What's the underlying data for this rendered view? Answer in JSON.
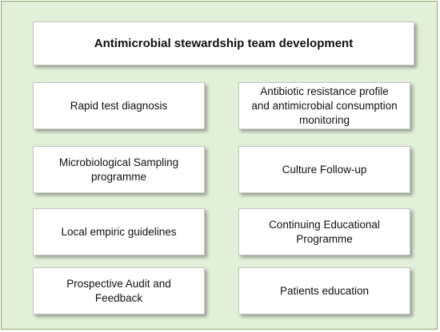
{
  "diagram": {
    "title": "Antimicrobial stewardship team development",
    "items": [
      {
        "line1": "Rapid test diagnosis",
        "line2": ""
      },
      {
        "line1": "Antibiotic resistance profile",
        "line2": "and antimicrobial consumption monitoring"
      },
      {
        "line1": "Microbiological Sampling",
        "line2": "programme"
      },
      {
        "line1": "Culture Follow-up",
        "line2": ""
      },
      {
        "line1": "Local empiric guidelines",
        "line2": ""
      },
      {
        "line1": "Continuing Educational",
        "line2": "Programme"
      },
      {
        "line1": "Prospective Audit and",
        "line2": "Feedback"
      },
      {
        "line1": "Patients education",
        "line2": ""
      }
    ]
  },
  "colors": {
    "panel_background": "#e2efd9",
    "panel_border": "#8faa6a",
    "box_background": "#ffffff"
  }
}
